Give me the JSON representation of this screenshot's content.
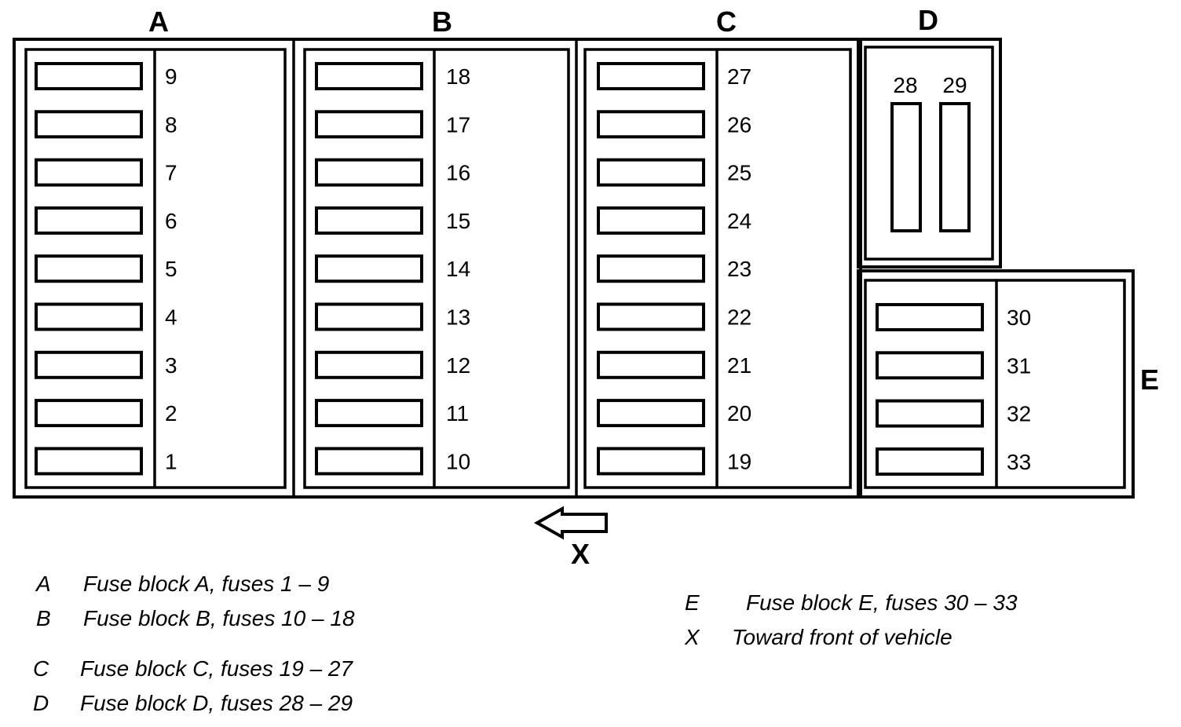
{
  "blocks": {
    "A": {
      "label": "A",
      "fuses": [
        "9",
        "8",
        "7",
        "6",
        "5",
        "4",
        "3",
        "2",
        "1"
      ]
    },
    "B": {
      "label": "B",
      "fuses": [
        "18",
        "17",
        "16",
        "15",
        "14",
        "13",
        "12",
        "11",
        "10"
      ]
    },
    "C": {
      "label": "C",
      "fuses": [
        "27",
        "26",
        "25",
        "24",
        "23",
        "22",
        "21",
        "20",
        "19"
      ]
    },
    "D": {
      "label": "D",
      "fuses": [
        "28",
        "29"
      ]
    },
    "E": {
      "label": "E",
      "fuses": [
        "30",
        "31",
        "32",
        "33"
      ]
    }
  },
  "arrow": {
    "label": "X"
  },
  "legend": [
    {
      "key": "A",
      "text": "Fuse block A, fuses 1 – 9"
    },
    {
      "key": "B",
      "text": "Fuse block B, fuses 10 – 18"
    },
    {
      "key": "C",
      "text": "Fuse block C, fuses 19 – 27"
    },
    {
      "key": "D",
      "text": "Fuse block D, fuses 28 – 29"
    },
    {
      "key": "E",
      "text": "Fuse block E, fuses 30 – 33"
    },
    {
      "key": "X",
      "text": "Toward front of vehicle"
    }
  ]
}
